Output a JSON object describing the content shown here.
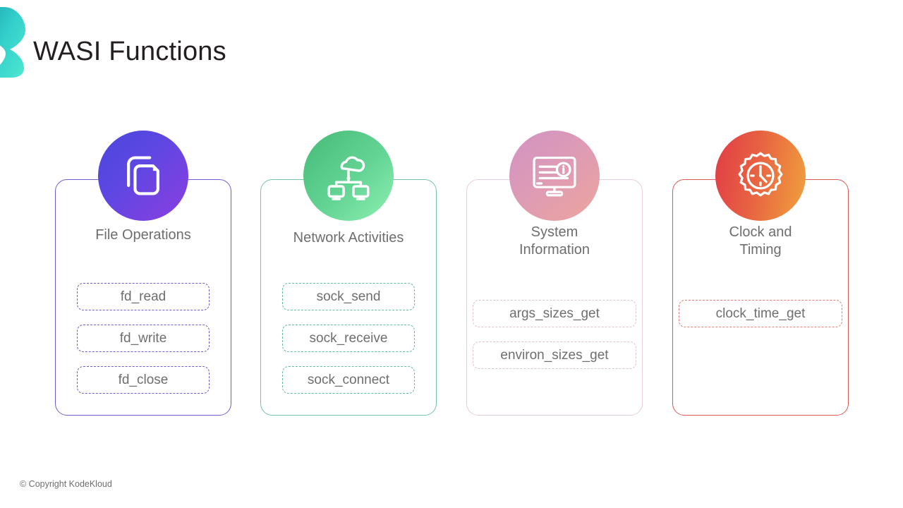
{
  "header": {
    "title": "WASI Functions",
    "logo_icon": "chevron-right-logo-icon",
    "logo_colors": {
      "from": "#2bbfc4",
      "to": "#46e3d0"
    }
  },
  "cards": [
    {
      "id": "file-operations",
      "title": "File Operations",
      "icon": "documents-copy-icon",
      "accent": "#6b5fd0",
      "circle_gradient": {
        "from": "#4a46dd",
        "to": "#8c3ee0"
      },
      "pill_border": "#6b5fd0",
      "items": [
        "fd_read",
        "fd_write",
        "fd_close"
      ]
    },
    {
      "id": "network-activities",
      "title": "Network Activities",
      "icon": "cloud-network-monitors-icon",
      "accent": "#73c4a4",
      "circle_gradient": {
        "from": "#46b977",
        "to": "#8ef0b2"
      },
      "pill_border": "#5fbd97",
      "items": [
        "sock_send",
        "sock_receive",
        "sock_connect"
      ]
    },
    {
      "id": "system-information",
      "title": "System\nInformation",
      "icon": "monitor-info-icon",
      "accent": "#e8cdd4",
      "circle_gradient": {
        "from": "#d192c2",
        "to": "#eda49c"
      },
      "pill_border": "#ddc3ca",
      "items": [
        "args_sizes_get",
        "environ_sizes_get"
      ]
    },
    {
      "id": "clock-and-timing",
      "title": "Clock and\nTiming",
      "icon": "gear-clock-icon",
      "accent": "#dd5a52",
      "circle_gradient": {
        "from": "#e03c46",
        "to": "#f0a23c"
      },
      "pill_border": "#e07f72",
      "items": [
        "clock_time_get"
      ]
    }
  ],
  "footer": {
    "copyright": "© Copyright KodeKloud"
  }
}
